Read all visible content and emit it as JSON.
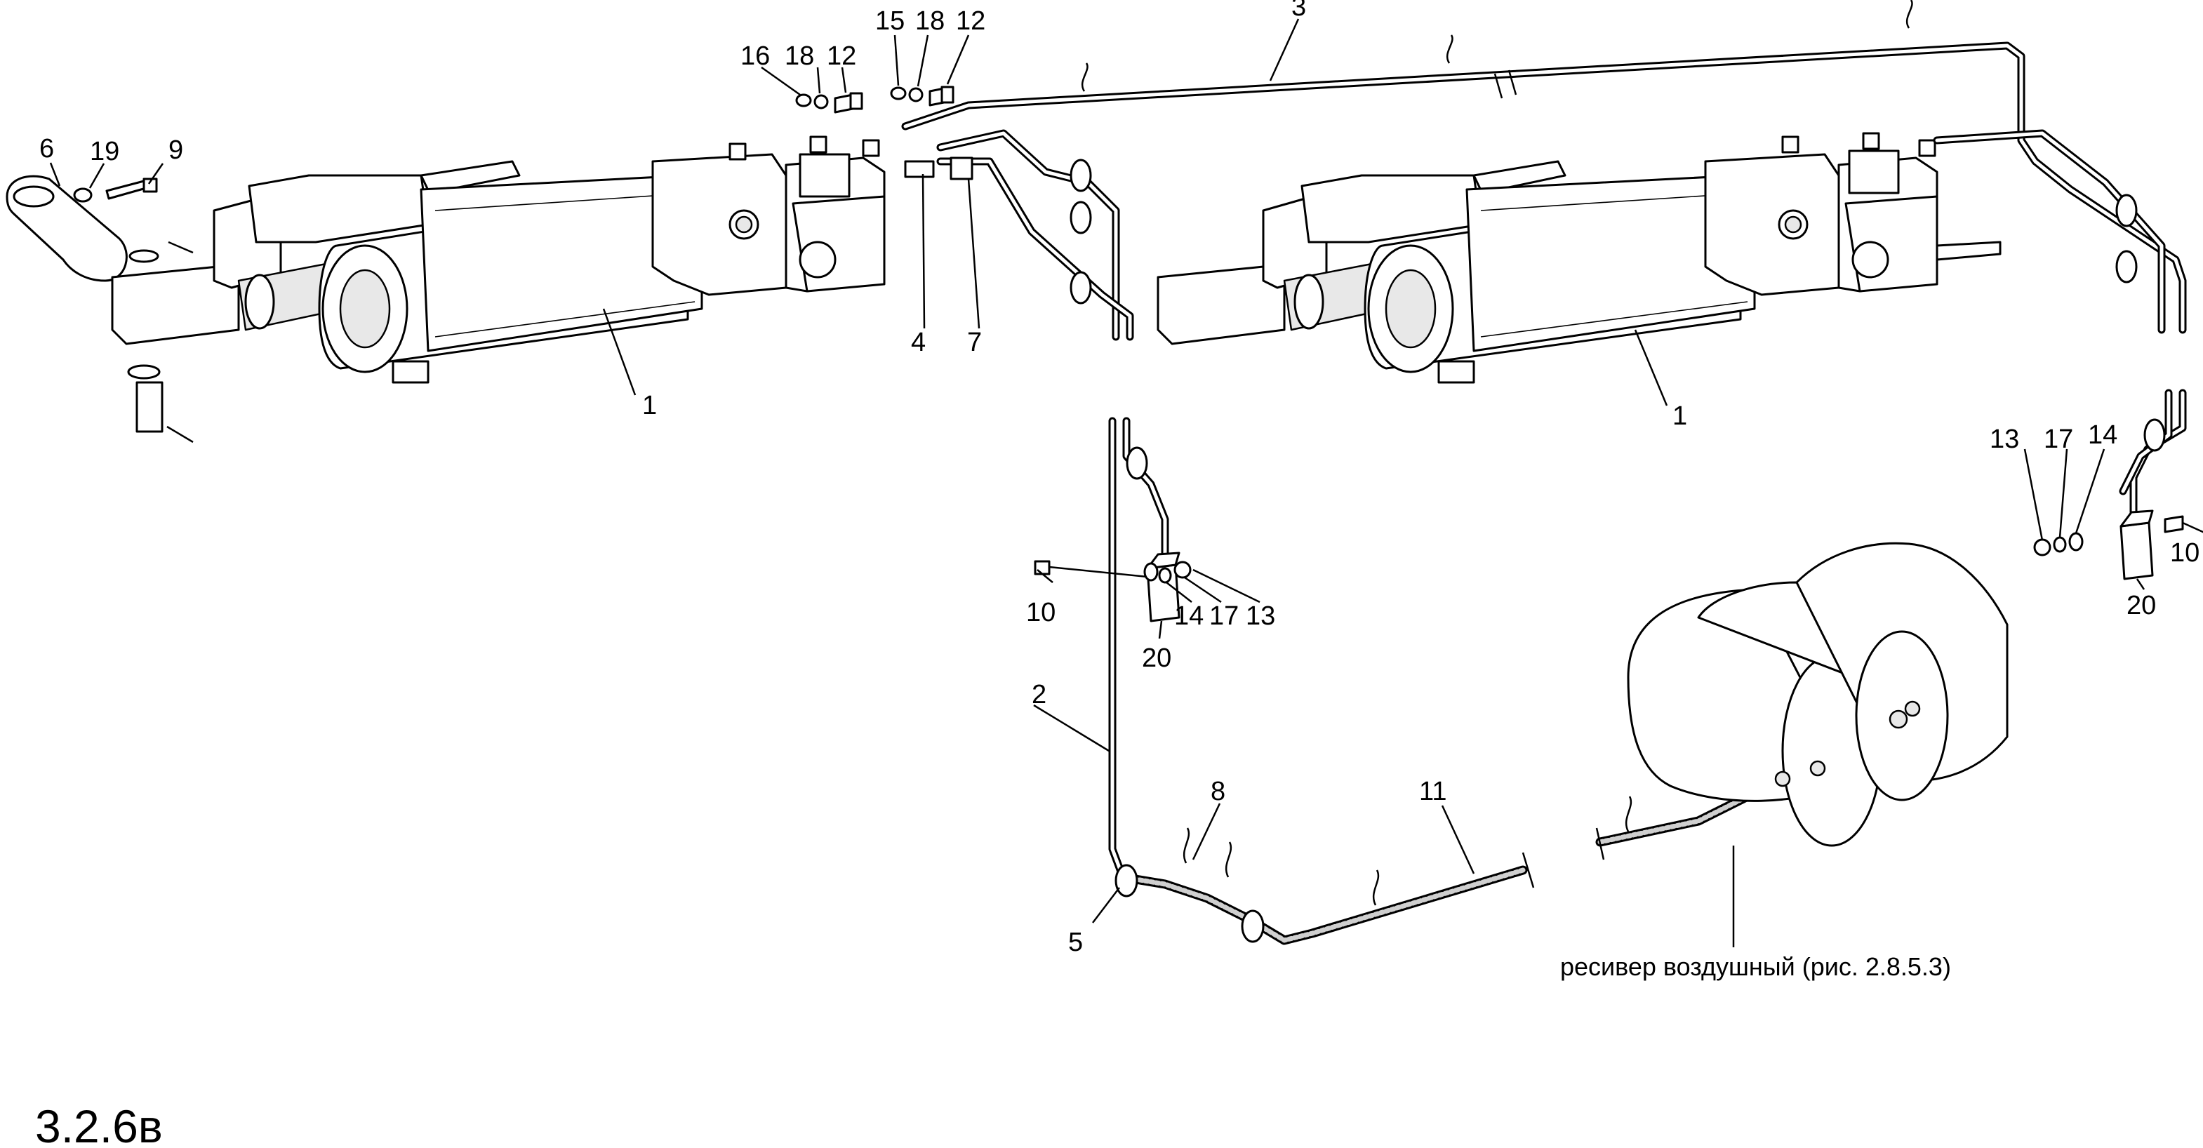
{
  "labels": {
    "l1a": "1",
    "l1b": "1",
    "l2": "2",
    "l3": "3",
    "l4": "4",
    "l5": "5",
    "l6": "6",
    "l7": "7",
    "l8": "8",
    "l9": "9",
    "l10a": "10",
    "l10b": "10",
    "l11": "11",
    "l12a": "12",
    "l12b": "12",
    "l13a": "13",
    "l13b": "13",
    "l14a": "14",
    "l14b": "14",
    "l15": "15",
    "l16": "16",
    "l17a": "17",
    "l17b": "17",
    "l18a": "18",
    "l18b": "18",
    "l19": "19",
    "l20a": "20",
    "l20b": "20"
  },
  "caption": "ресивер воздушный (рис. 2.8.5.3)",
  "figure_number": "3.2.6в"
}
